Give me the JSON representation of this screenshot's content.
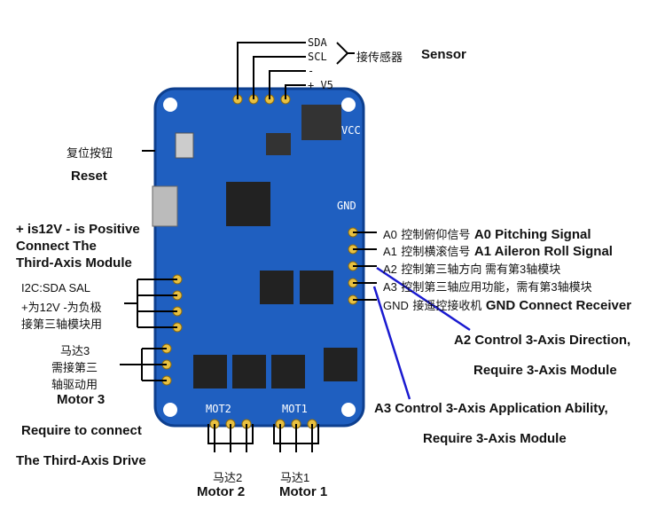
{
  "colors": {
    "board": "#1f5fc0",
    "board_edge": "#0d3f8f",
    "arrow_blue": "#1a1ad0"
  },
  "sensor": {
    "pins": [
      "SDA",
      "SCL",
      "-",
      "+ V5"
    ],
    "cn": "接传感器",
    "en": "Sensor"
  },
  "reset": {
    "cn": "复位按钮",
    "en": "Reset"
  },
  "third_axis": {
    "en_lines": [
      "+ is12V - is Positive",
      "Connect The",
      "Third-Axis Module"
    ],
    "cn_lines": [
      "I2C:SDA SAL",
      "+为12V -为负极",
      "接第三轴模块用"
    ]
  },
  "motor3": {
    "cn_lines": [
      "马达3",
      "需接第三",
      "轴驱动用"
    ],
    "en": "Motor 3",
    "en_lines": [
      "Require to connect",
      "The Third-Axis Drive"
    ]
  },
  "signals": [
    {
      "pin": "A0",
      "cn": "控制俯仰信号",
      "en": "A0 Pitching Signal"
    },
    {
      "pin": "A1",
      "cn": "控制横滚信号",
      "en": "A1 Aileron Roll Signal"
    },
    {
      "pin": "A2",
      "cn": "控制第三轴方向 需有第3轴模块",
      "en": ""
    },
    {
      "pin": "A3",
      "cn": "控制第三轴应用功能，需有第3轴模块",
      "en": ""
    },
    {
      "pin": "GND",
      "cn": "接遥控接收机",
      "en": "GND Connect Receiver"
    }
  ],
  "a2_note": [
    "A2 Control 3-Axis Direction,",
    "Require 3-Axis Module"
  ],
  "a3_note": [
    "A3 Control 3-Axis Application Ability,",
    "Require 3-Axis Module"
  ],
  "motor2": {
    "cn": "马达2",
    "en": "Motor 2"
  },
  "motor1": {
    "cn": "马达1",
    "en": "Motor 1"
  },
  "silkscreen": {
    "mot2": "MOT2",
    "mot1": "MOT1",
    "gnd": "GND",
    "vcc": "VCC"
  }
}
